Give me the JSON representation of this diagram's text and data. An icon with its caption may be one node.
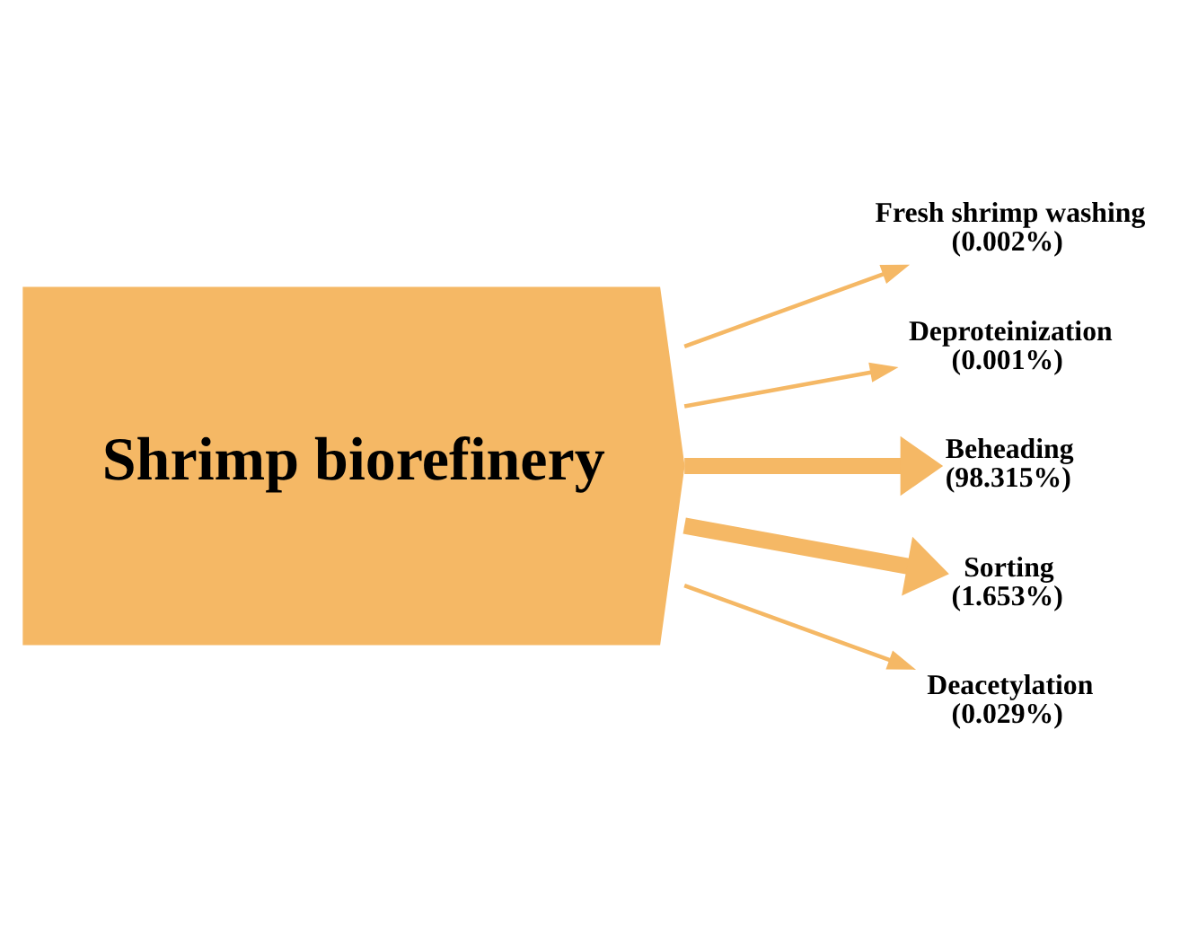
{
  "diagram": {
    "nodes": [
      {
        "text": [
          "Shrimp biorefinery"
        ]
      },
      {
        "text": [
          "Fresh shrimp washing",
          "(0.002%)"
        ]
      },
      {
        "text": [
          "Deproteinization",
          "(0.001%)"
        ]
      },
      {
        "text": [
          "Beheading",
          "(98.315%)"
        ]
      },
      {
        "text": [
          "Sorting",
          "(1.653%)"
        ]
      },
      {
        "text": [
          "Deacetylation",
          "(0.029%)"
        ]
      }
    ],
    "edges": [
      {
        "from": 0,
        "to": 1,
        "arrow": "to"
      },
      {
        "from": 0,
        "to": 2,
        "arrow": "to"
      },
      {
        "from": 0,
        "to": 3,
        "arrow": "to",
        "style": "thick"
      },
      {
        "from": 0,
        "to": 4,
        "arrow": "to",
        "style": "thick"
      },
      {
        "from": 0,
        "to": 5,
        "arrow": "to"
      }
    ]
  }
}
